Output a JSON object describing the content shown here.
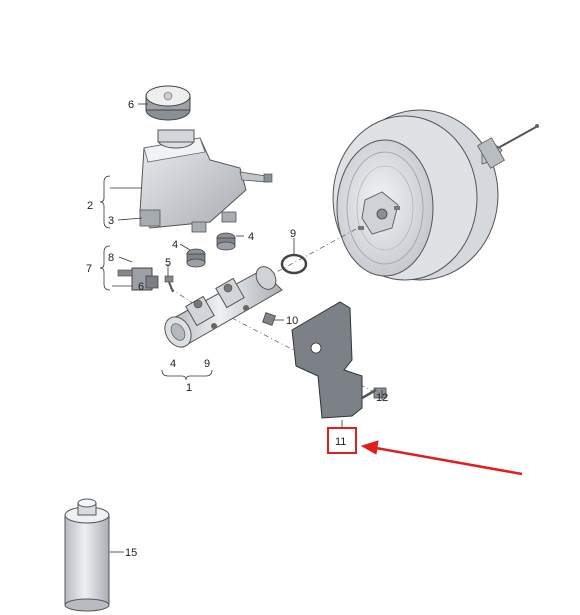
{
  "callouts": {
    "p1": "1",
    "p2": "2",
    "p3": "3",
    "p4a": "4",
    "p4b": "4",
    "p4c": "4",
    "p5": "5",
    "p6": "6",
    "p6b": "6",
    "p7": "7",
    "p8": "8",
    "p9a": "9",
    "p9b": "9",
    "p10": "10",
    "p11": "11",
    "p12": "12",
    "p15": "15"
  },
  "highlight": {
    "part": "11",
    "box_color": "#e11d1d",
    "arrow_color": "#e11d1d"
  },
  "colors": {
    "part_fill": "#e6e8ea",
    "part_shade": "#b9bec3",
    "dark_part": "#8a8f95"
  }
}
